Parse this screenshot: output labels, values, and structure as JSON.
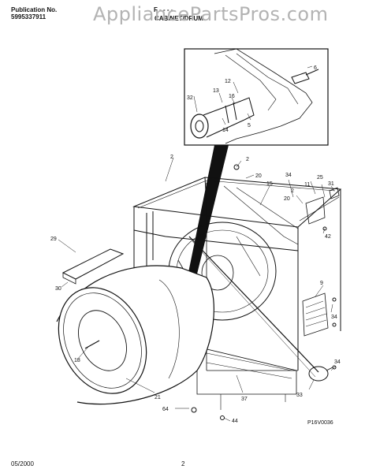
{
  "header": {
    "publication_label": "Publication No.",
    "publication_number": "5995337911",
    "section_title": "CABINET/DRUM",
    "model_partial": "F - - - -"
  },
  "watermark": "AppliancePartsPros.com",
  "callouts": {
    "c2a": "2",
    "c2b": "2",
    "c2c": "2",
    "c6": "6",
    "c5": "5",
    "c9": "9",
    "c11": "11",
    "c12": "12",
    "c13": "13",
    "c14": "14",
    "c15": "15",
    "c16": "16",
    "c18": "18",
    "c20a": "20",
    "c20b": "20",
    "c21": "21",
    "c25": "25",
    "c29": "29",
    "c30": "30",
    "c31": "31",
    "c32": "32",
    "c33": "33",
    "c34a": "34",
    "c34b": "34",
    "c34c": "34",
    "c37": "37",
    "c42": "42",
    "c44": "44",
    "c64": "64"
  },
  "figure_code": "P16V0036",
  "footer": {
    "date": "05/2000",
    "page": "2"
  }
}
